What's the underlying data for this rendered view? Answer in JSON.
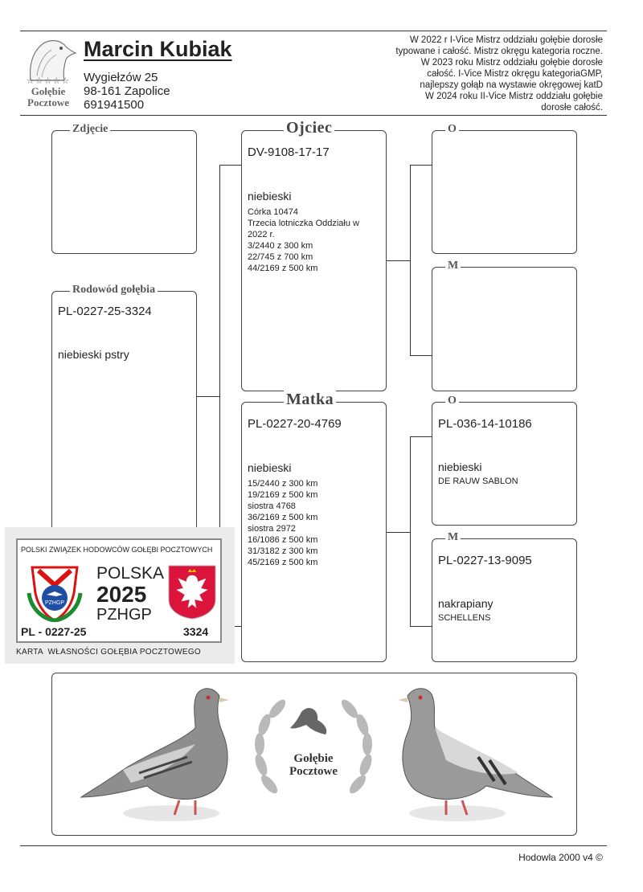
{
  "header": {
    "breeder_name": "Marcin Kubiak",
    "address_line1": "Wygiełzów 25",
    "address_line2": "98-161 Zapolice",
    "phone": "691941500",
    "logo_stars": "☆☆☆☆☆",
    "logo_text1": "Gołębie",
    "logo_text2": "Pocztowe",
    "achievements": [
      "W 2022 r I-Vice Mistrz oddziału gołębie dorosłe",
      "typowane i całość. Mistrz okręgu kategoria roczne.",
      "W 2023 roku Mistrz oddziału gołębie dorosłe",
      "całość. I-Vice Mistrz okręgu kategoriaGMP,",
      "najlepszy gołąb na wystawie okręgowej katD",
      "W 2024 roku II-Vice Mistrz oddziału gołębie",
      "dorosłe całość."
    ]
  },
  "photo": {
    "legend": "Zdjęcie"
  },
  "pigeon": {
    "legend": "Rodowód gołębia",
    "ring": "PL-0227-25-3324",
    "color": "niebieski pstry"
  },
  "father": {
    "legend": "Ojciec",
    "ring": "DV-9108-17-17",
    "color": "niebieski",
    "notes": "Córka 10474\nTrzecia lotniczka Oddziału w\n2022 r.\n3/2440 z 300 km\n22/745 z 700 km\n44/2169 z 500 km"
  },
  "mother": {
    "legend": "Matka",
    "ring": "PL-0227-20-4769",
    "color": "niebieski",
    "notes": "15/2440 z 300 km\n19/2169 z 500 km\n siostra 4768\n36/2169 z 500 km\nsiostra 2972\n16/1086 z 500 km\n31/3182 z 300 km\n45/2169 z 500 km"
  },
  "father_father": {
    "legend": "O"
  },
  "father_mother": {
    "legend": "M"
  },
  "mother_father": {
    "legend": "O",
    "ring": "PL-036-14-10186",
    "color": "niebieski",
    "notes": "DE RAUW SABLON"
  },
  "mother_mother": {
    "legend": "M",
    "ring": "PL-0227-13-9095",
    "color": "nakrapiany",
    "notes": "SCHELLENS"
  },
  "ownership_card": {
    "org_name": "POLSKI ZWIĄZEK HODOWCÓW GOŁĘBI POCZTOWYCH",
    "country": "POLSKA",
    "year": "2025",
    "org_abbr": "PZHGP",
    "ring_prefix": "PL - 0227-25",
    "ring_number": "3324",
    "caption": "KARTA  WŁASNOŚCI GOŁĘBIA POCZTOWEGO",
    "emblem_text": "PZHGP",
    "flag_colors": [
      "#ffffff",
      "#dc143c"
    ]
  },
  "banner": {
    "logo_text1": "Gołębie",
    "logo_text2": "Pocztowe"
  },
  "footer": {
    "credit": "Hodowla 2000 v4 ©"
  }
}
